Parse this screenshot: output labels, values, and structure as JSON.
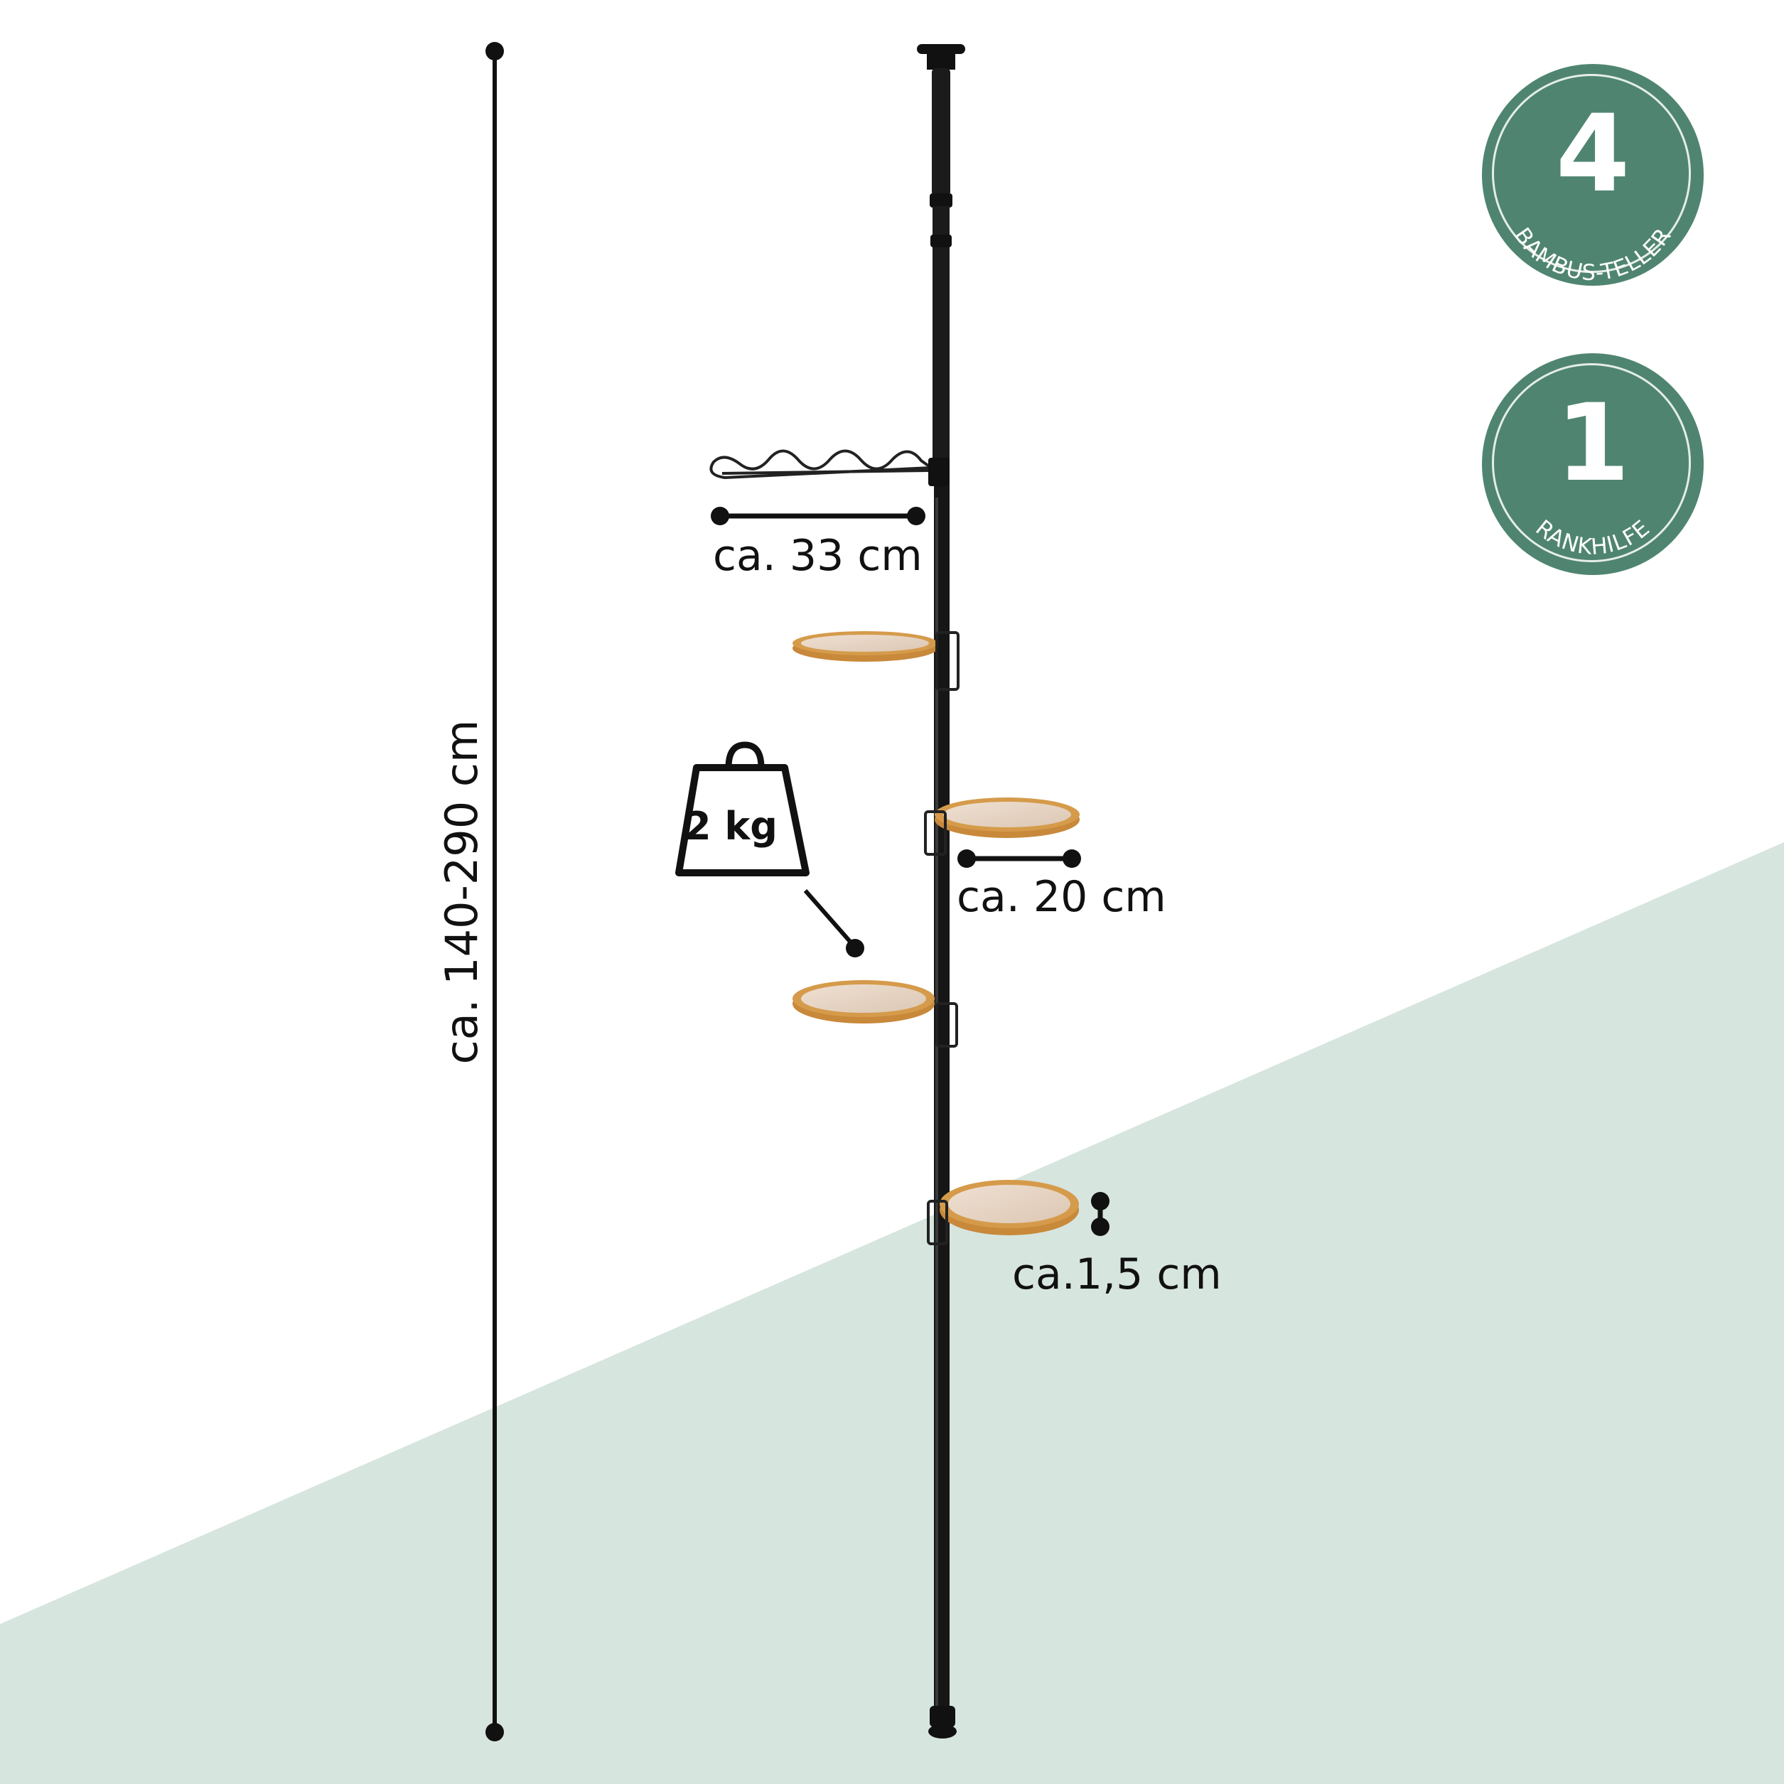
{
  "dimensions": {
    "hanger_width": "ca. 33 cm",
    "plate_diameter": "ca. 20 cm",
    "plate_height": "ca.1,5 cm",
    "total_height": "ca. 140-290 cm"
  },
  "load": {
    "weight": "2 kg"
  },
  "badges": [
    {
      "number": "4",
      "caption": "BAMBUS-TELLER"
    },
    {
      "number": "1",
      "caption": "RANKHILFE"
    }
  ],
  "colors": {
    "badge_green": "#4f8570",
    "background_wedge": "#d7e5df",
    "pole_black": "#111111",
    "bamboo_rim": "#d59b4b",
    "plate_top": "#e7d6c6"
  },
  "icons": {
    "weight": "kettlebell-weight-icon"
  }
}
